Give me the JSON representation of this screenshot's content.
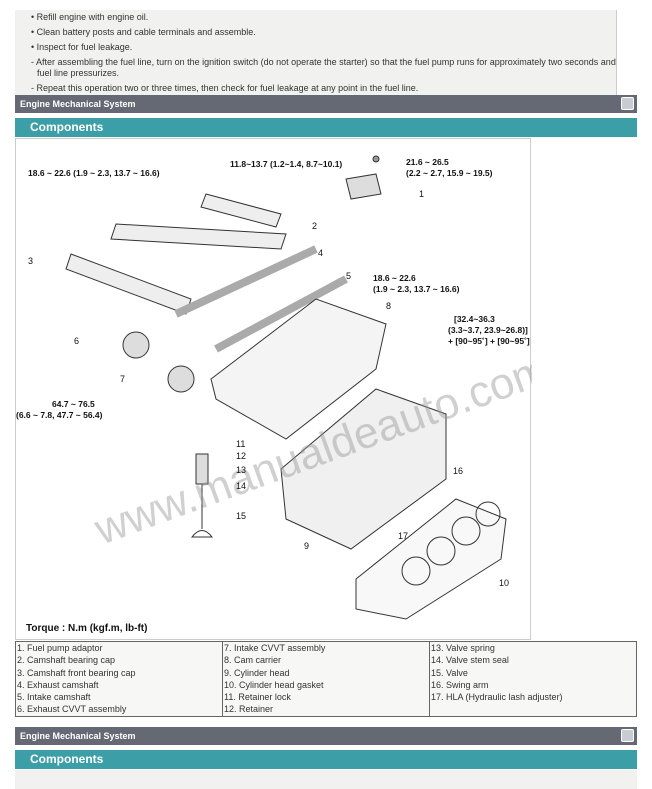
{
  "notes": [
    "• Refill engine with engine oil.",
    "• Clean battery posts and cable terminals and assemble.",
    "• Inspect for fuel leakage.",
    "- After assembling the fuel line, turn on the ignition switch (do not operate the starter) so that the fuel pump runs for approximately two seconds and fuel line pressurizes.",
    "- Repeat this operation two or three times, then check for fuel leakage at any point in the fuel line."
  ],
  "section_header": "Engine Mechanical System",
  "section_title": "Components",
  "diagram": {
    "torque_1": "18.6 ~ 22.6 (1.9 ~ 2.3, 13.7 ~ 16.6)",
    "torque_2": "11.8~13.7 (1.2~1.4, 8.7~10.1)",
    "torque_3a": "21.6 ~ 26.5",
    "torque_3b": "(2.2 ~ 2.7, 15.9 ~ 19.5)",
    "torque_4a": "18.6 ~ 22.6",
    "torque_4b": "(1.9 ~ 2.3, 13.7 ~ 16.6)",
    "torque_5a": "[32.4~36.3",
    "torque_5b": "(3.3~3.7, 23.9~26.8)]",
    "torque_5c": "+ [90~95˚] + [90~95˚]",
    "torque_6a": "64.7 ~ 76.5",
    "torque_6b": "(6.6 ~ 7.8, 47.7 ~ 56.4)",
    "torque_unit": "Torque : N.m (kgf.m, lb-ft)",
    "callouts": [
      "1",
      "2",
      "3",
      "4",
      "5",
      "6",
      "7",
      "8",
      "9",
      "10",
      "11",
      "12",
      "13",
      "14",
      "15",
      "16",
      "17"
    ],
    "watermark": "www.manualdeauto.com"
  },
  "parts": [
    [
      "1. Fuel pump adaptor",
      "2. Camshaft bearing cap",
      "3. Camshaft front bearing cap",
      "4. Exhaust camshaft",
      "5. Intake camshaft",
      "6. Exhaust CVVT assembly"
    ],
    [
      "7. Intake CVVT assembly",
      "8. Cam carrier",
      "9. Cylinder head",
      "10. Cylinder head gasket",
      "11. Retainer lock",
      "12. Retainer"
    ],
    [
      "13. Valve spring",
      "14. Valve stem seal",
      "15. Valve",
      "16. Swing arm",
      "17. HLA (Hydraulic lash adjuster)"
    ]
  ]
}
